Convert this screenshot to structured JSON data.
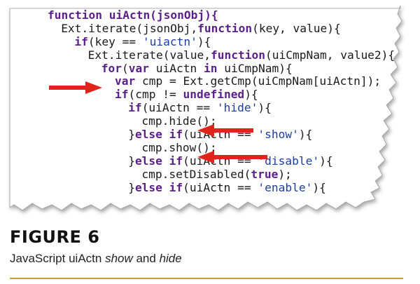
{
  "code_lines": [
    {
      "indent": "",
      "parts": [
        {
          "t": "function uiActn(jsonObj){",
          "c": "kw"
        }
      ]
    },
    {
      "indent": "  ",
      "parts": [
        {
          "t": "Ext.iterate(jsonObj,",
          "c": ""
        },
        {
          "t": "function",
          "c": "kw"
        },
        {
          "t": "(key, value){",
          "c": ""
        }
      ]
    },
    {
      "indent": "    ",
      "parts": [
        {
          "t": "if",
          "c": "kw"
        },
        {
          "t": "(key == ",
          "c": ""
        },
        {
          "t": "'uiactn'",
          "c": "str"
        },
        {
          "t": "){",
          "c": ""
        }
      ]
    },
    {
      "indent": "      ",
      "parts": [
        {
          "t": "Ext.iterate(value,",
          "c": ""
        },
        {
          "t": "function",
          "c": "kw"
        },
        {
          "t": "(uiCmpNam, value2){",
          "c": ""
        }
      ]
    },
    {
      "indent": "        ",
      "parts": [
        {
          "t": "for",
          "c": "kw"
        },
        {
          "t": "(",
          "c": ""
        },
        {
          "t": "var",
          "c": "kw"
        },
        {
          "t": " uiActn ",
          "c": ""
        },
        {
          "t": "in",
          "c": "kw"
        },
        {
          "t": " uiCmpNam){",
          "c": ""
        }
      ]
    },
    {
      "indent": "          ",
      "parts": [
        {
          "t": "var",
          "c": "kw"
        },
        {
          "t": " cmp = Ext.getCmp(uiCmpNam[uiActn]);",
          "c": ""
        }
      ]
    },
    {
      "indent": "          ",
      "parts": [
        {
          "t": "if",
          "c": "kw"
        },
        {
          "t": "(cmp != ",
          "c": ""
        },
        {
          "t": "undefined",
          "c": "kw"
        },
        {
          "t": "){",
          "c": ""
        }
      ]
    },
    {
      "indent": "            ",
      "parts": [
        {
          "t": "if",
          "c": "kw"
        },
        {
          "t": "(uiActn == ",
          "c": ""
        },
        {
          "t": "'hide'",
          "c": "str"
        },
        {
          "t": "){",
          "c": ""
        }
      ]
    },
    {
      "indent": "              ",
      "parts": [
        {
          "t": "cmp.hide();",
          "c": ""
        }
      ]
    },
    {
      "indent": "            ",
      "parts": [
        {
          "t": "}",
          "c": ""
        },
        {
          "t": "else if",
          "c": "kw"
        },
        {
          "t": "(uiActn == ",
          "c": ""
        },
        {
          "t": "'show'",
          "c": "str"
        },
        {
          "t": "){",
          "c": ""
        }
      ]
    },
    {
      "indent": "              ",
      "parts": [
        {
          "t": "cmp.show();",
          "c": ""
        }
      ]
    },
    {
      "indent": "            ",
      "parts": [
        {
          "t": "}",
          "c": ""
        },
        {
          "t": "else if",
          "c": "kw"
        },
        {
          "t": "(uiActn == ",
          "c": ""
        },
        {
          "t": "'disable'",
          "c": "str"
        },
        {
          "t": "){",
          "c": ""
        }
      ]
    },
    {
      "indent": "              ",
      "parts": [
        {
          "t": "cmp.setDisabled(",
          "c": ""
        },
        {
          "t": "true",
          "c": "kw"
        },
        {
          "t": ");",
          "c": ""
        }
      ]
    },
    {
      "indent": "            ",
      "parts": [
        {
          "t": "}",
          "c": ""
        },
        {
          "t": "else if",
          "c": "kw"
        },
        {
          "t": "(uiActn == ",
          "c": ""
        },
        {
          "t": "'enable'",
          "c": "str"
        },
        {
          "t": "){",
          "c": ""
        }
      ]
    }
  ],
  "figure": {
    "label": "FIGURE 6",
    "caption_prefix": "JavaScript uiActn ",
    "caption_show": "show",
    "caption_and": " and ",
    "caption_hide": "hide"
  },
  "colors": {
    "keyword": "#5b1f8a",
    "string": "#1e3ca0",
    "arrow": "#e0241b",
    "rule": "#c9a227"
  }
}
